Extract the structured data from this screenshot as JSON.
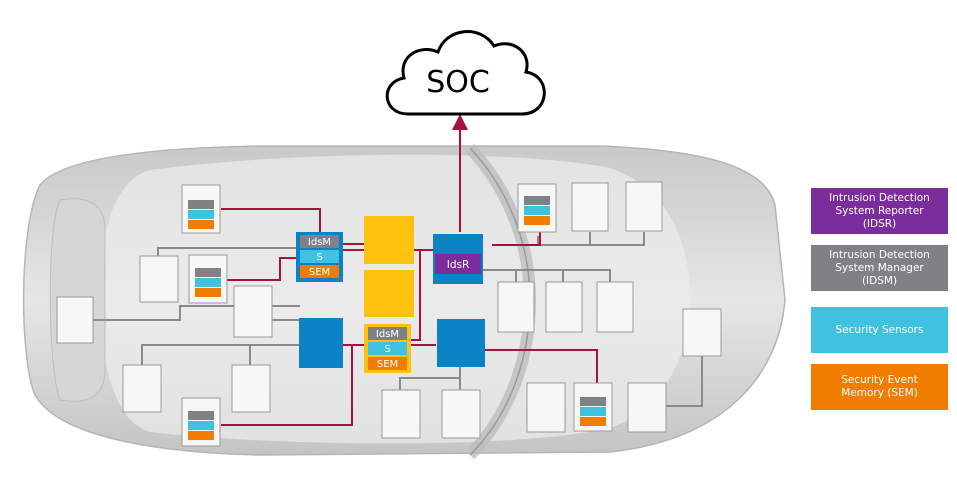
{
  "cloud": {
    "label": "SOC"
  },
  "gateway": {
    "label": "IdsR"
  },
  "stacks": {
    "idsm": "IdsM",
    "sensor": "S",
    "sem": "SEM"
  },
  "legend": [
    {
      "label": "Intrusion Detection\nSystem Reporter\n(IDSR)",
      "color": "#7b2d9b"
    },
    {
      "label": "Intrusion Detection\nSystem Manager\n(IDSM)",
      "color": "#7f8285"
    },
    {
      "label": "Security Sensors",
      "color": "#3fc1e0"
    },
    {
      "label": "Security Event\nMemory (SEM)",
      "color": "#f07d00"
    }
  ],
  "colors": {
    "link_red": "#a8123a",
    "link_grey": "#8a8a8a",
    "ecu_blue": "#0a83c6",
    "central_yellow": "#ffc20e"
  }
}
